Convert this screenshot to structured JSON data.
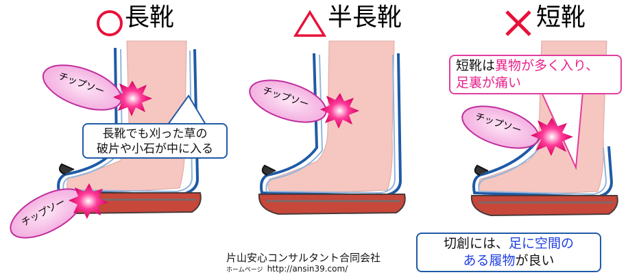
{
  "titles": {
    "long_boots": "長靴",
    "half_boots": "半長靴",
    "short_boots": "短靴"
  },
  "chainsaw_label": "チップソー",
  "callout_long": {
    "line1": "長靴でも刈った草の",
    "line2": "破片や小石が中に入る"
  },
  "short_note": {
    "part1": "短靴は",
    "part2": "異物が多く入り、",
    "part3": "足裏が痛い"
  },
  "cut_note": {
    "part1": "切創には、",
    "part2": "足に空間の",
    "part3": "ある履物",
    "part4": "が良い"
  },
  "footer": {
    "company": "片山安心コンサルタント合同会社",
    "homepage_label": "ホームページ",
    "url": "http://ansin39.com/"
  },
  "colors": {
    "good": "#e8103a",
    "triangle": "#e8103a",
    "bad": "#e8103a",
    "boot_outline": "#1f5aa6",
    "skin": "#f6c6c0",
    "sole": "#c7473a",
    "tag_fill": "#f6b8e6",
    "tag_border": "#c02c9c",
    "spark": "#e8207a"
  }
}
